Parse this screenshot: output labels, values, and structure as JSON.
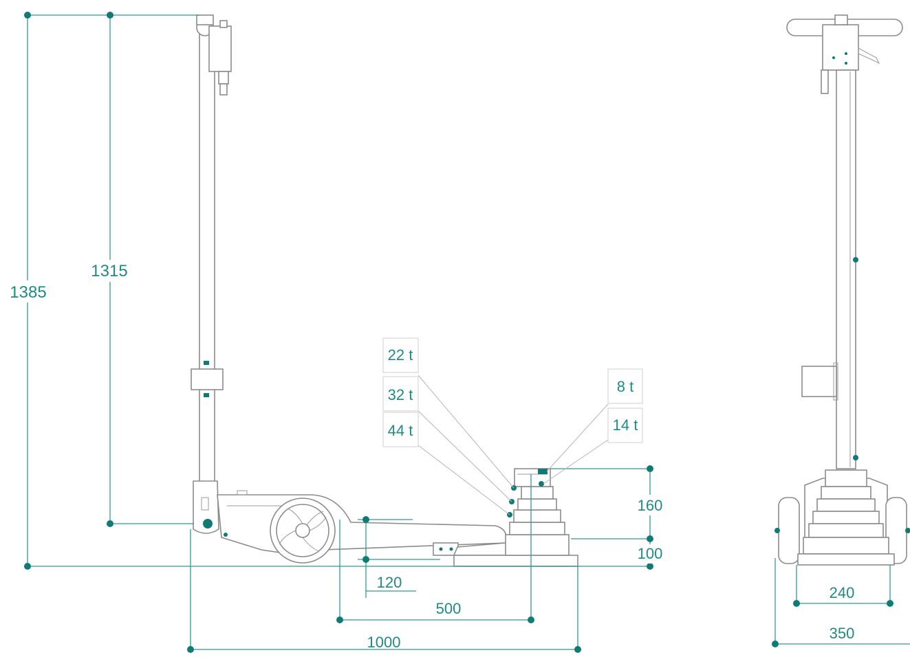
{
  "dimensions": {
    "overall_height": "1385",
    "arm_height": "1315",
    "min_saddle_height": "160",
    "base_height": "100",
    "wheel_offset": "120",
    "reach": "500",
    "length": "1000",
    "inner_width": "240",
    "outer_width": "350"
  },
  "capacities": {
    "stage1": "22 t",
    "stage2": "32 t",
    "stage3": "44 t",
    "stage4": "8 t",
    "stage5": "14 t"
  },
  "colors": {
    "dimension": "#2f9a94",
    "dot": "#0f7b74",
    "outline": "#8b8b8b",
    "label": "#1f8a86"
  }
}
